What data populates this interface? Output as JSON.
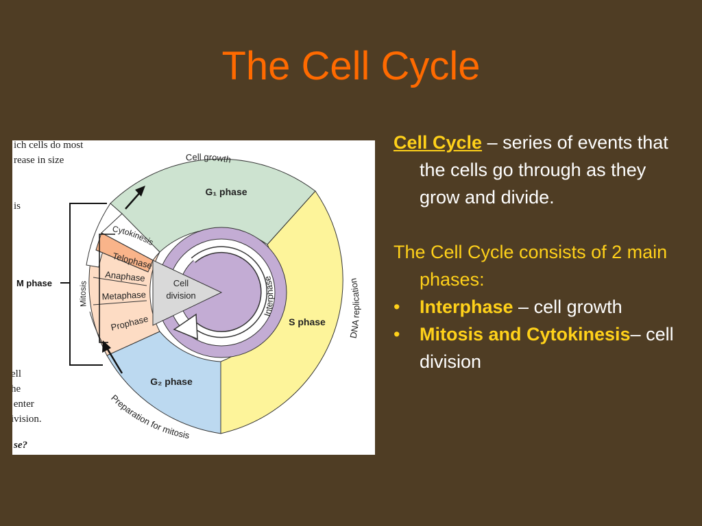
{
  "slide": {
    "title": "The Cell Cycle"
  },
  "diagram": {
    "labels": {
      "cell_growth": "Cell growth",
      "g1_phase": "G₁ phase",
      "s_phase": "S phase",
      "dna_replication": "DNA replication",
      "g2_phase": "G₂ phase",
      "preparation": "Preparation for mitosis",
      "interphase": "Interphase",
      "cell_division_line1": "Cell",
      "cell_division_line2": "division",
      "cytokinesis": "Cytokinesis",
      "telophase": "Telophase",
      "anaphase": "Anaphase",
      "metaphase": "Metaphase",
      "prophase": "Prophase",
      "mitosis": "Mitosis",
      "m_phase": "M phase"
    },
    "side_text": {
      "top": "ich cells do most\nrease in size",
      "top_is": "is",
      "bottom": "ell\nhe\n enter\nivision.",
      "bottom_q": "se?"
    },
    "colors": {
      "g1": "#cde3d0",
      "s": "#fdf49a",
      "g2": "#bcd9f0",
      "mitosis_stages": "#fddcc4",
      "telophase": "#f9b48a",
      "interphase_ring": "#c3acd4",
      "cell_division": "#d9d9d9"
    }
  },
  "text": {
    "definition_term": "Cell Cycle",
    "definition_rest": " – series of events that the cells go through as they grow and divide.",
    "consists": "The Cell Cycle consists of 2 main phases:",
    "bullets": [
      {
        "term": "Interphase",
        "rest": " – cell growth"
      },
      {
        "term": "Mitosis and Cytokinesis",
        "rest": "– cell division"
      }
    ]
  }
}
